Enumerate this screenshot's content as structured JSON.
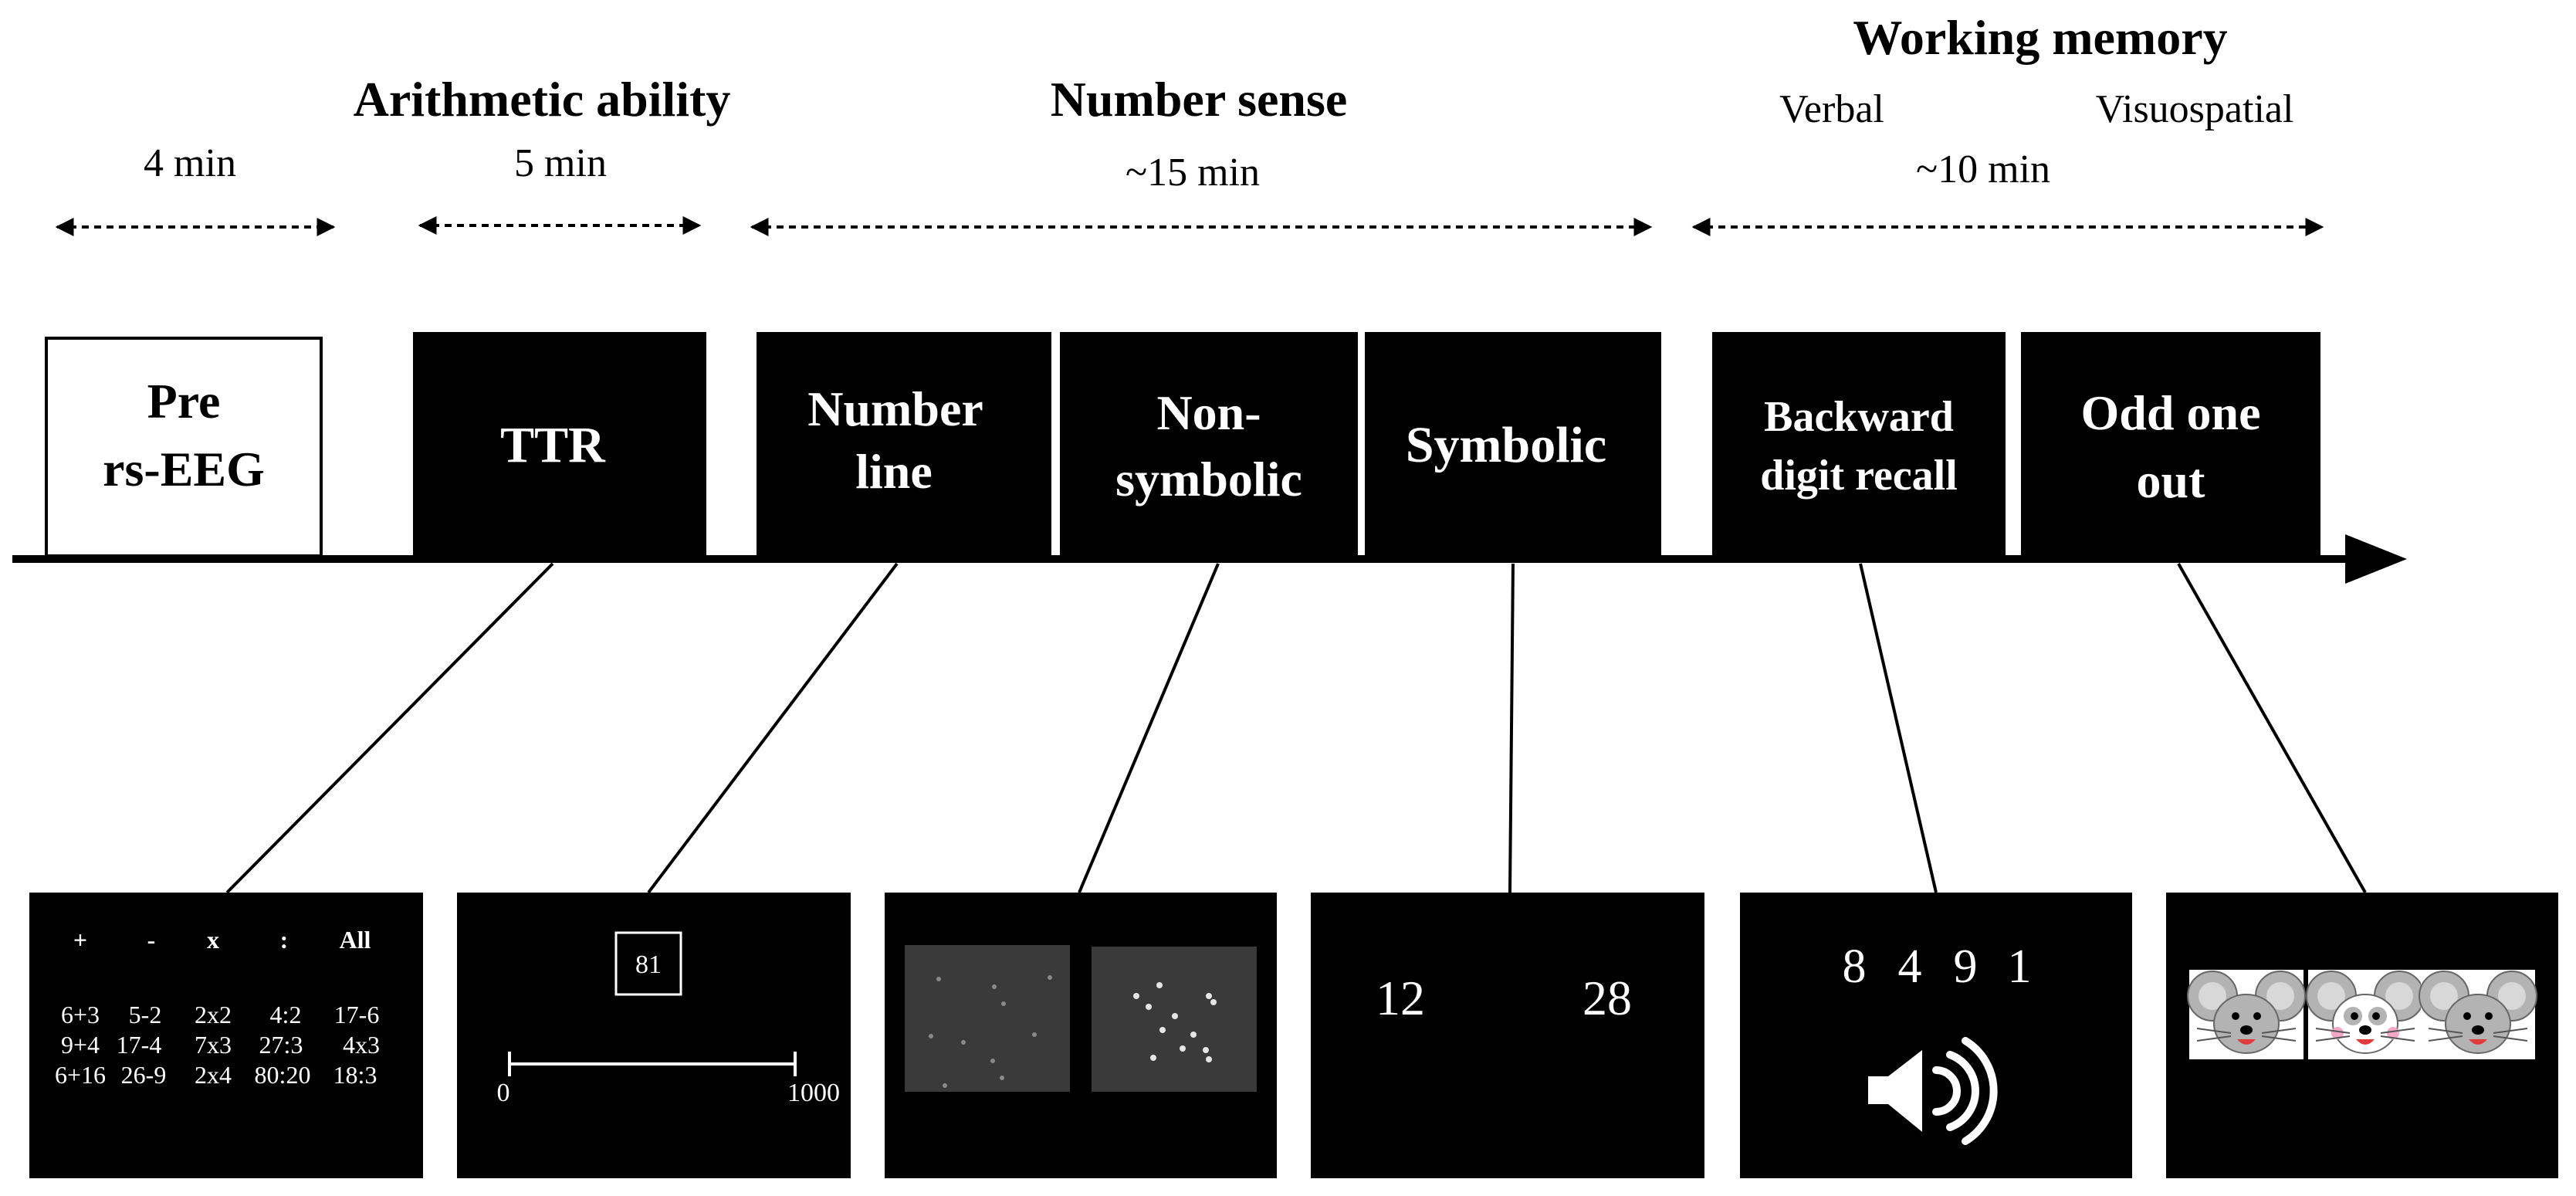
{
  "headers": {
    "arithmetic": {
      "title": "Arithmetic ability",
      "duration": "5 min"
    },
    "rest": {
      "duration": "4 min"
    },
    "number_sense": {
      "title": "Number sense",
      "duration": "~15 min"
    },
    "working_memory": {
      "title": "Working memory",
      "verbal": "Verbal",
      "visuospatial": "Visuospatial",
      "duration": "~10 min"
    }
  },
  "tasks": {
    "pre": {
      "line1": "Pre",
      "line2": "rs-EEG"
    },
    "ttr": {
      "line1": "TTR"
    },
    "number_line": {
      "line1": "Number",
      "line2": "line"
    },
    "non_symbolic": {
      "line1": "Non-",
      "line2": "symbolic"
    },
    "symbolic": {
      "line1": "Symbolic"
    },
    "backward": {
      "line1": "Backward",
      "line2": "digit recall"
    },
    "odd": {
      "line1": "Odd one",
      "line2": "out"
    }
  },
  "panels": {
    "ttr": {
      "headers": [
        "+",
        "-",
        "x",
        ":",
        "All"
      ],
      "rows": [
        [
          "6+3",
          "5-2",
          "2x2",
          "4:2",
          "17-6"
        ],
        [
          "9+4",
          "17-4",
          "7x3",
          "27:3",
          "4x3"
        ],
        [
          "6+16",
          "26-9",
          "2x4",
          "80:20",
          "18:3"
        ]
      ]
    },
    "number_line": {
      "target": "81",
      "min": "0",
      "max": "1000"
    },
    "symbolic": {
      "left": "12",
      "right": "28"
    },
    "backward": {
      "digits": [
        "8",
        "4",
        "9",
        "1"
      ],
      "icon": "speaker-icon"
    },
    "odd": {
      "icon": "mouse-face-icon"
    }
  },
  "colors": {
    "ink": "#000000",
    "paper": "#ffffff",
    "dots_panel": "#3a3a3a",
    "mouse_grey": "#b3b3b3",
    "mouse_pink": "#f3a8c8"
  }
}
